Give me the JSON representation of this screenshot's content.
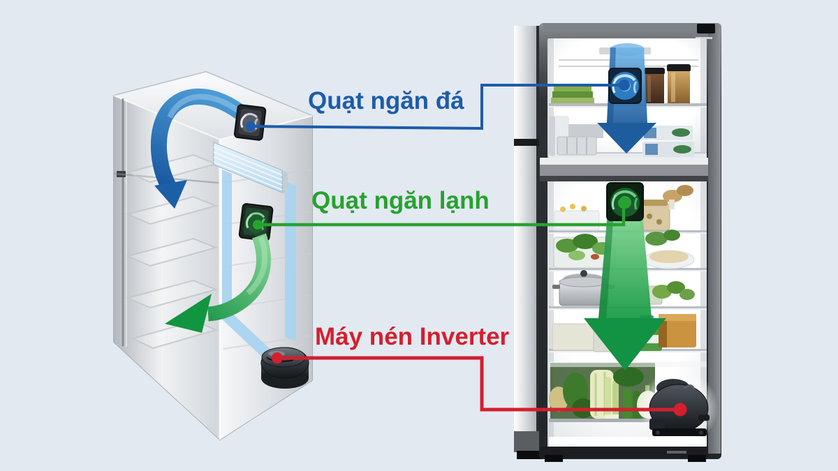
{
  "page": {
    "background_color": "#e3e9f1"
  },
  "annotations": {
    "freezer_fan": {
      "label": "Quạt ngăn đá",
      "color": "#1d5caa"
    },
    "cooler_fan": {
      "label": "Quạt ngăn lạnh",
      "color": "#27a22f"
    },
    "compressor": {
      "label": "Máy nén Inverter",
      "color": "#d31f2e"
    }
  },
  "colors": {
    "freezer_airflow_arrow": "#1c5fa6",
    "cooler_airflow_arrow": "#129540",
    "air_duct": "#a8d4f1",
    "fridge_body_silver": "#e8eaee",
    "cabinet_dark": "#26292d"
  },
  "icons": {
    "freezer-fan-icon": "fan",
    "cooler-fan-icon": "fan",
    "compressor-icon": "compressor",
    "callout-dot": "circle"
  }
}
